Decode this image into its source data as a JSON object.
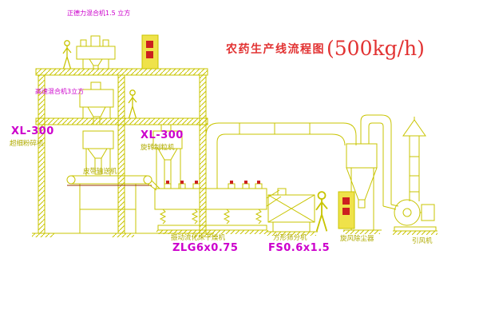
{
  "title": {
    "text": "农药生产线流程图",
    "capacity": "(500kg/h)"
  },
  "labels": {
    "top_mixer": "正德力混合机1.5 立方",
    "high_speed_mixer": "高速混合机3立方",
    "pulverizer_model": "XL-300",
    "pulverizer_name": "超细粉碎机",
    "granulator_model": "XL-300",
    "granulator_name": "旋转制粒机",
    "belt_conveyor": "皮带输送机",
    "dryer_name": "振动流化床干燥机",
    "dryer_model": "ZLG6x0.75",
    "sifter_name": "方形筛分机",
    "sifter_model": "FS0.6x1.5",
    "cyclone": "旋风除尘器",
    "fan": "引风机"
  },
  "colors": {
    "cad_line": "#c8c400",
    "label_magenta": "#cc00cc",
    "label_yellow": "#b0ab00",
    "title_red": "#e23333",
    "accent_red": "#cc2020"
  }
}
